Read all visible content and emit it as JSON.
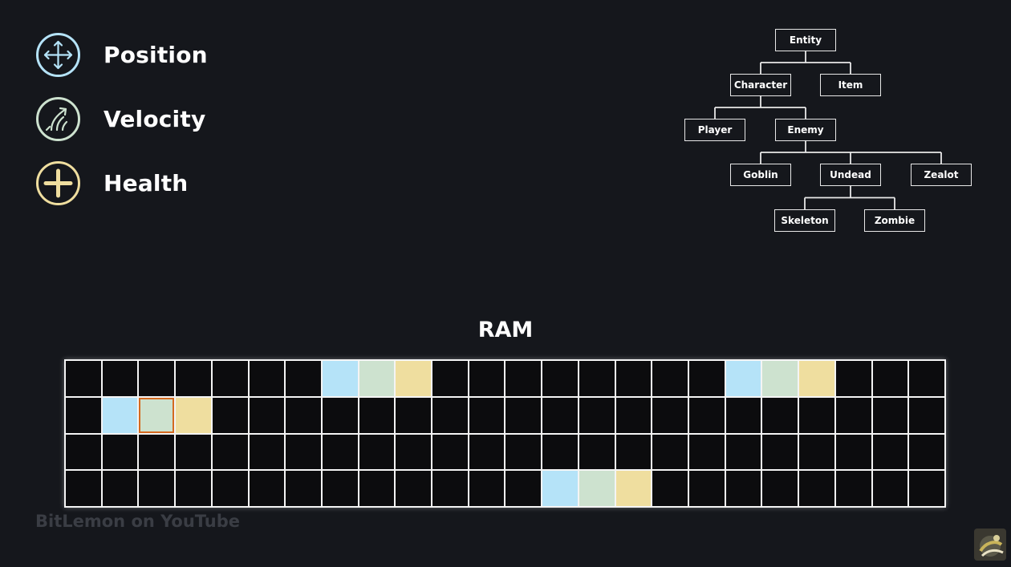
{
  "legend": [
    {
      "label": "Position",
      "icon": "move-arrows-icon",
      "color": "#b5e3f8"
    },
    {
      "label": "Velocity",
      "icon": "speed-arrows-icon",
      "color": "#cde2cf"
    },
    {
      "label": "Health",
      "icon": "plus-icon",
      "color": "#efde9f"
    }
  ],
  "tree": {
    "nodes": {
      "entity": "Entity",
      "character": "Character",
      "item": "Item",
      "player": "Player",
      "enemy": "Enemy",
      "goblin": "Goblin",
      "undead": "Undead",
      "zealot": "Zealot",
      "skeleton": "Skeleton",
      "zombie": "Zombie"
    },
    "edges": [
      [
        "entity",
        "character"
      ],
      [
        "entity",
        "item"
      ],
      [
        "character",
        "player"
      ],
      [
        "character",
        "enemy"
      ],
      [
        "enemy",
        "goblin"
      ],
      [
        "enemy",
        "undead"
      ],
      [
        "enemy",
        "zealot"
      ],
      [
        "undead",
        "skeleton"
      ],
      [
        "undead",
        "zombie"
      ]
    ]
  },
  "ram": {
    "title": "RAM",
    "columns": 24,
    "rows": 4,
    "filled": [
      {
        "row": 0,
        "col": 7,
        "component": "position"
      },
      {
        "row": 0,
        "col": 8,
        "component": "velocity"
      },
      {
        "row": 0,
        "col": 9,
        "component": "health"
      },
      {
        "row": 0,
        "col": 18,
        "component": "position"
      },
      {
        "row": 0,
        "col": 19,
        "component": "velocity"
      },
      {
        "row": 0,
        "col": 20,
        "component": "health"
      },
      {
        "row": 1,
        "col": 1,
        "component": "position"
      },
      {
        "row": 1,
        "col": 2,
        "component": "velocity",
        "selected": true
      },
      {
        "row": 1,
        "col": 3,
        "component": "health"
      },
      {
        "row": 3,
        "col": 13,
        "component": "position"
      },
      {
        "row": 3,
        "col": 14,
        "component": "velocity"
      },
      {
        "row": 3,
        "col": 15,
        "component": "health"
      }
    ],
    "colors": {
      "position": "#b5e3f8",
      "velocity": "#cde2cf",
      "health": "#efde9f",
      "empty": "#0c0c0e",
      "selected_outline": "#d4691f"
    }
  },
  "watermark": "BitLemon on YouTube",
  "channel_avatar_icon": "channel-avatar-icon"
}
